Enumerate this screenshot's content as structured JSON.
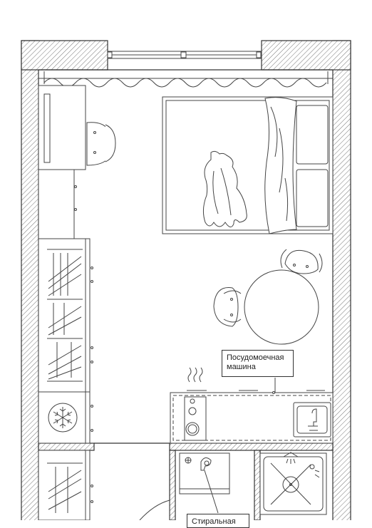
{
  "labels": {
    "dishwasher": {
      "line1": "Посудомоечная",
      "line2": "машина"
    },
    "bottom_cut": "Стиральная"
  },
  "colors": {
    "line": "#444444",
    "wall_fill": "#ffffff",
    "hatch": "#555555"
  },
  "icons": {
    "fridge": "snowflake-icon",
    "steam": "steam-icon",
    "human": "human-figure-icon"
  }
}
